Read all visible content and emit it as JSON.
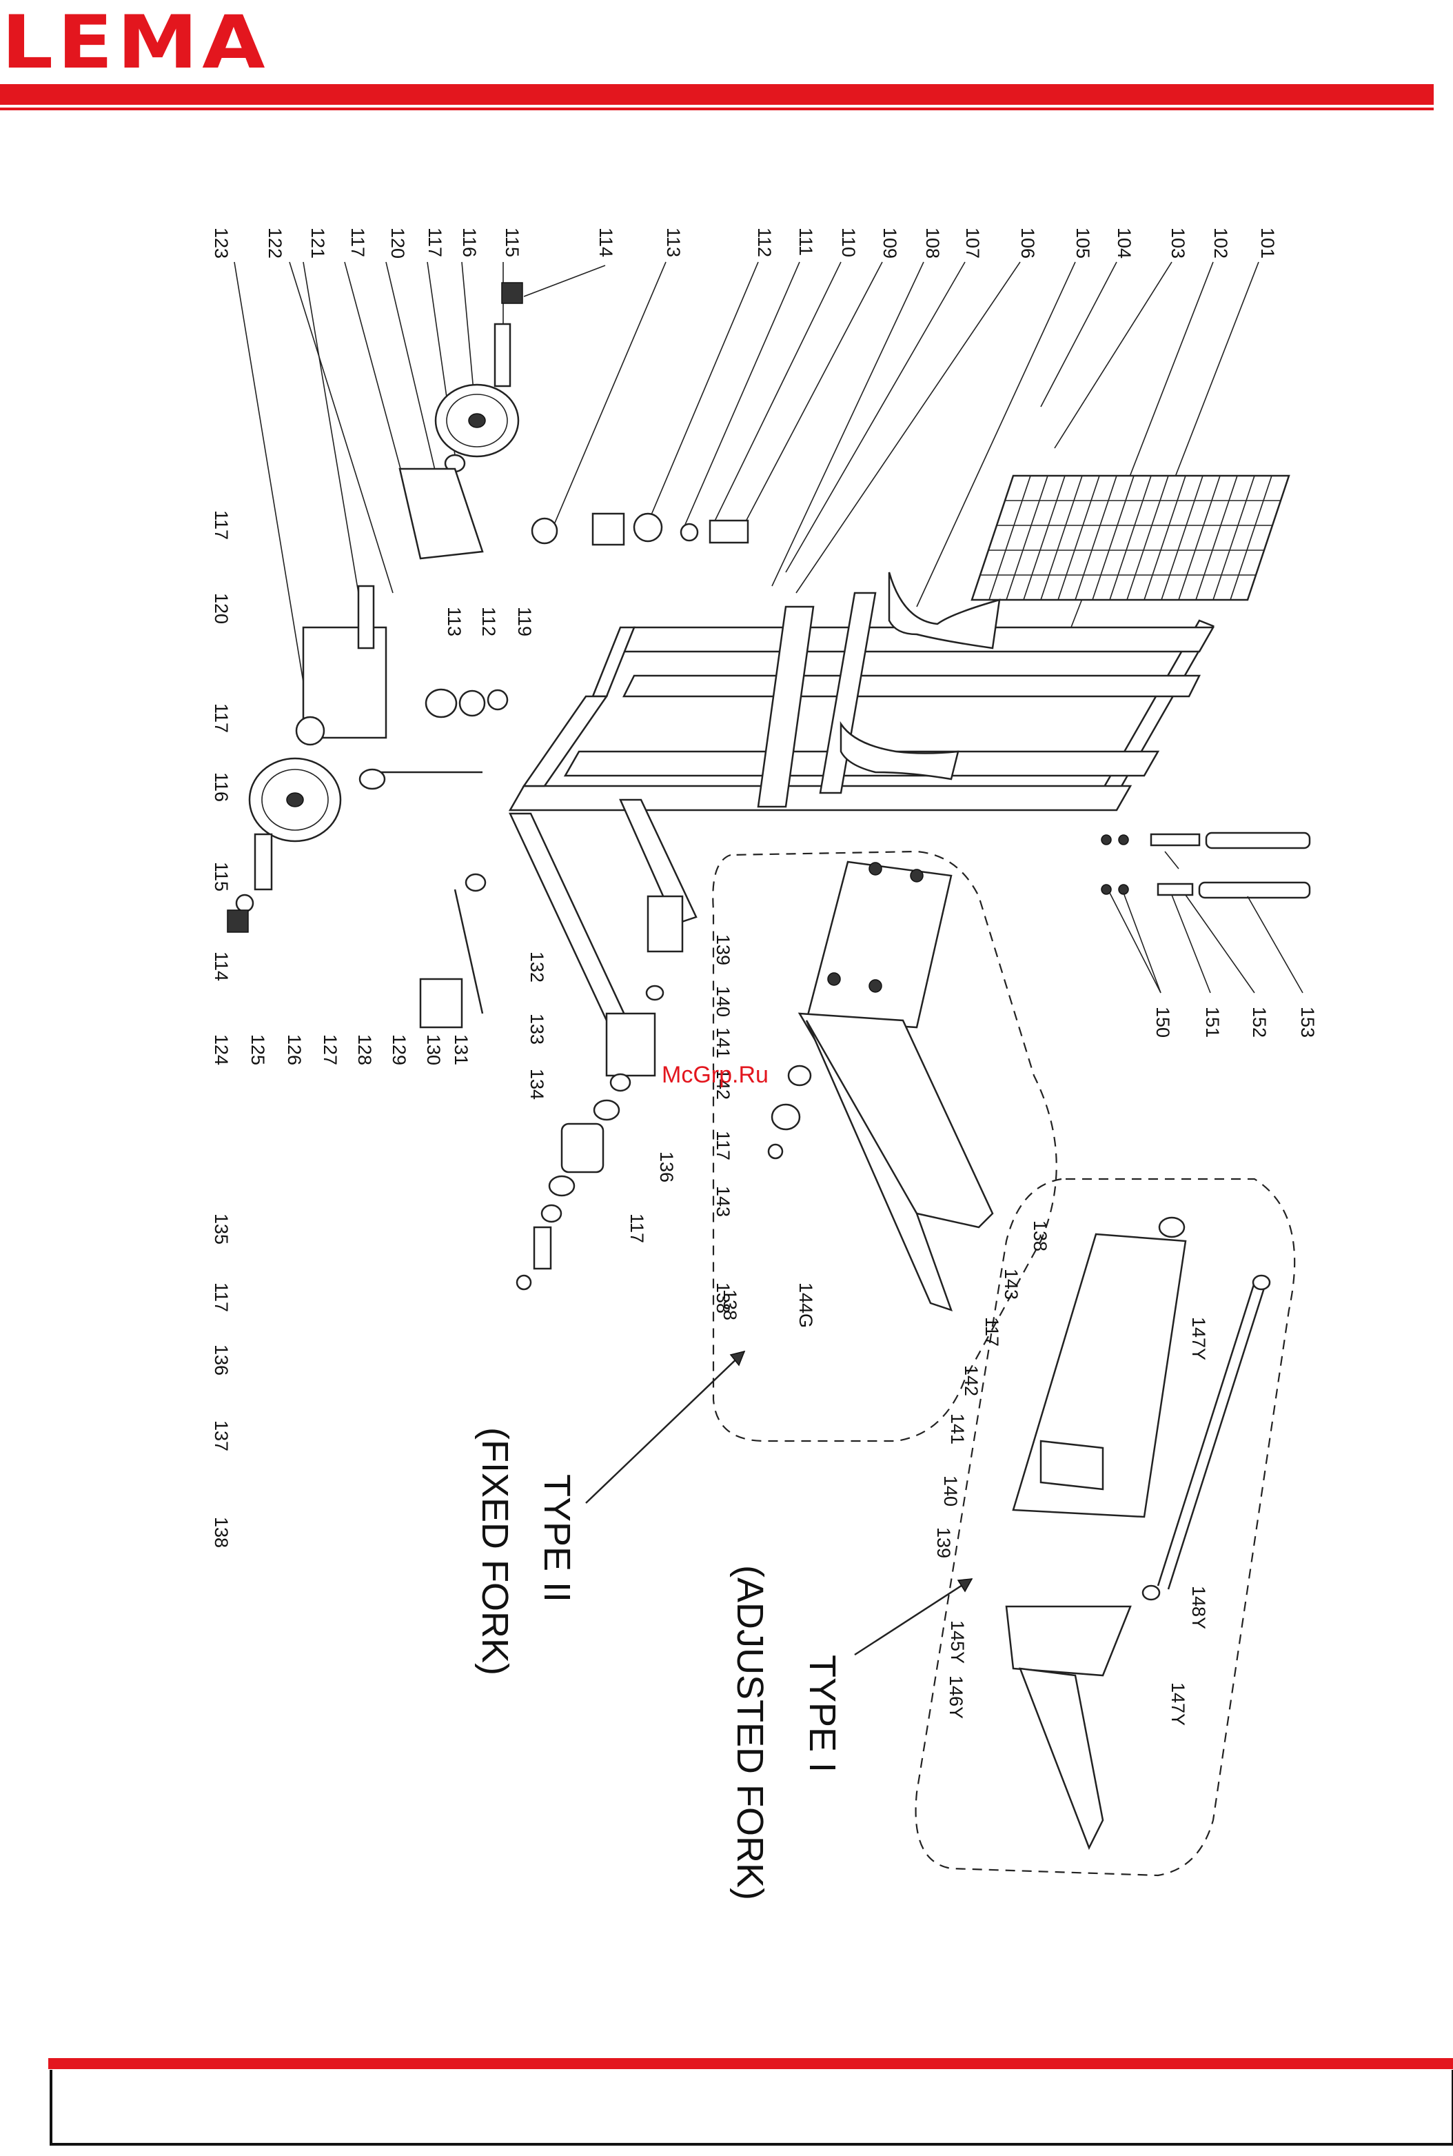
{
  "brand": "LEMA",
  "watermark": "McGrp.Ru",
  "top_labels": [
    "123",
    "122",
    "121",
    "117",
    "120",
    "117",
    "116",
    "115",
    "114",
    "113",
    "112",
    "111",
    "110",
    "109",
    "108",
    "107",
    "106",
    "105",
    "104",
    "103",
    "102",
    "101"
  ],
  "mid_labels_a": [
    "117",
    "120",
    "117",
    "116",
    "115",
    "114"
  ],
  "mid_labels_b": [
    "113",
    "112",
    "119"
  ],
  "wheel_labels": [
    "124",
    "125",
    "126",
    "127",
    "128",
    "129",
    "130",
    "131",
    "132",
    "133",
    "134"
  ],
  "roller_labels": [
    "135",
    "117",
    "136",
    "137",
    "138",
    "117",
    "136",
    "138"
  ],
  "chain_labels": [
    "150",
    "151",
    "152",
    "153"
  ],
  "type2_labels": [
    "139",
    "140",
    "141",
    "142",
    "117",
    "143",
    "138",
    "144G"
  ],
  "type1_labels": [
    "138",
    "143",
    "117",
    "142",
    "141",
    "140",
    "139",
    "145Y",
    "146Y",
    "147Y",
    "148Y",
    "147Y"
  ],
  "type1": {
    "title": "TYPE I",
    "subtitle": "(ADJUSTED FORK)"
  },
  "type2": {
    "title": "TYPE II",
    "subtitle": "(FIXED FORK)"
  },
  "colors": {
    "brand_red": "#e3161e",
    "line": "#222222"
  }
}
